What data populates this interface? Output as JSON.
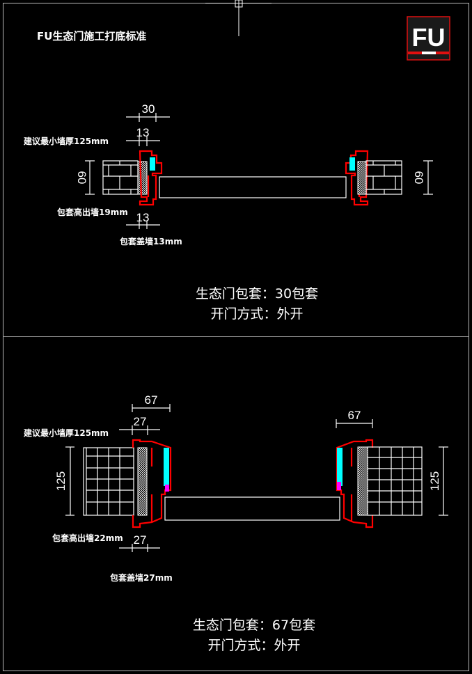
{
  "header": {
    "title": "FU生态门施工打底标准",
    "logo_text": "FU"
  },
  "colors": {
    "frame": "#ff0000",
    "glass": "#00ffff",
    "gasket": "#ff00ff",
    "line": "#ffffff",
    "background": "#000000"
  },
  "panel_top": {
    "dims": {
      "overall": "30",
      "top_cover": "13",
      "bottom_cover": "13",
      "wall_left": "60",
      "wall_right": "60"
    },
    "labels": {
      "min_wall": "建议最小墙厚125mm",
      "protrude": "包套高出墙19mm",
      "cover": "包套盖墙13mm"
    },
    "caption": {
      "line1": "生态门包套：30包套",
      "line2": "开门方式：外开"
    }
  },
  "panel_bottom": {
    "dims": {
      "overall_left": "67",
      "overall_right": "67",
      "top_cover": "27",
      "bottom_cover": "27",
      "wall_left": "125",
      "wall_right": "125"
    },
    "labels": {
      "min_wall": "建议最小墙厚125mm",
      "protrude": "包套高出墙22mm",
      "cover": "包套盖墙27mm"
    },
    "caption": {
      "line1": "生态门包套：67包套",
      "line2": "开门方式：外开"
    }
  }
}
